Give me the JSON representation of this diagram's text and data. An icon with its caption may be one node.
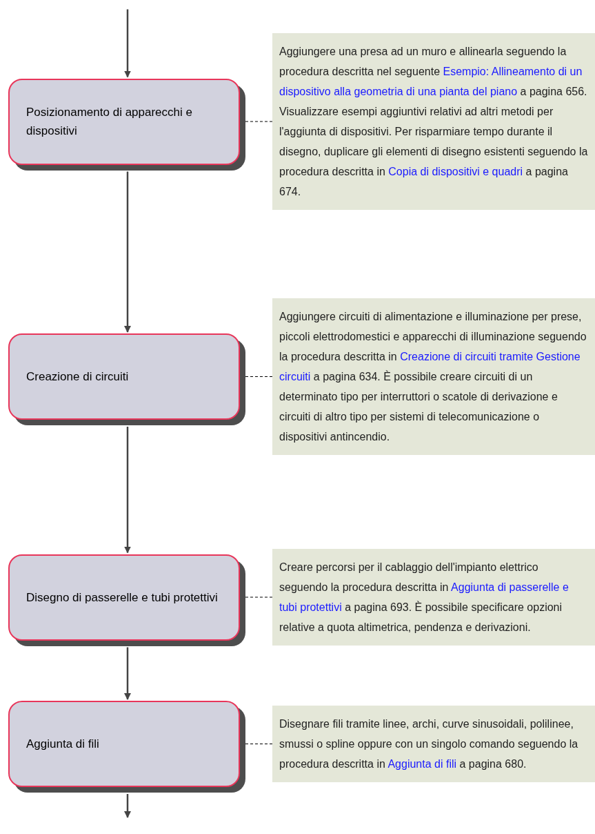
{
  "diagram": {
    "nodes": [
      {
        "text": [
          "Posizionamento di apparecchi e dispositivi"
        ]
      },
      {
        "text": [
          "Aggiungere una presa ad un muro e allinearla seguendo la procedura descritta nel seguente",
          "Esempio: Allineamento di un dispositivo alla geometria di una pianta del piano",
          "a pagina 656. Visualizzare esempi aggiuntivi relativi ad altri metodi per l'aggiunta di dispositivi. Per risparmiare tempo durante il disegno, duplicare gli elementi di disegno esistenti seguendo la procedura descritta in",
          "Copia di dispositivi e quadri",
          "a pagina 674."
        ]
      },
      {
        "text": [
          "Creazione di circuiti"
        ]
      },
      {
        "text": [
          "Aggiungere circuiti di alimentazione e illuminazione per prese, piccoli elettrodomestici e apparecchi di illuminazione seguendo la procedura descritta in",
          "Creazione di circuiti tramite Gestione circuiti",
          "a pagina 634. È possibile creare circuiti di un determinato tipo per interruttori o scatole di derivazione e circuiti di altro tipo per sistemi di telecomunicazione o dispositivi antincendio."
        ]
      },
      {
        "text": [
          "Disegno di passerelle e tubi protettivi"
        ]
      },
      {
        "text": [
          "Creare percorsi per il cablaggio dell'impianto elettrico seguendo la procedura descritta in",
          "Aggiunta di passerelle e tubi protettivi",
          "a pagina 693. È possibile specificare opzioni relative a quota altimetrica, pendenza e derivazioni."
        ]
      },
      {
        "text": [
          "Aggiunta di fili"
        ]
      },
      {
        "text": [
          "Disegnare fili tramite linee, archi, curve sinusoidali, polilinee, smussi o spline oppure con un singolo comando seguendo la procedura descritta in",
          "Aggiunta di fili",
          "a pagina 680."
        ]
      }
    ],
    "edges": [
      {
        "from": null,
        "to": 0,
        "arrow": "to"
      },
      {
        "from": 0,
        "to": 1,
        "arrow": "none",
        "style": "dashed"
      },
      {
        "from": 0,
        "to": 2,
        "arrow": "to"
      },
      {
        "from": 2,
        "to": 3,
        "arrow": "none",
        "style": "dashed"
      },
      {
        "from": 2,
        "to": 4,
        "arrow": "to"
      },
      {
        "from": 4,
        "to": 5,
        "arrow": "none",
        "style": "dashed"
      },
      {
        "from": 4,
        "to": 6,
        "arrow": "to"
      },
      {
        "from": 6,
        "to": 7,
        "arrow": "none",
        "style": "dashed"
      },
      {
        "from": 6,
        "to": null,
        "arrow": "to"
      }
    ]
  }
}
